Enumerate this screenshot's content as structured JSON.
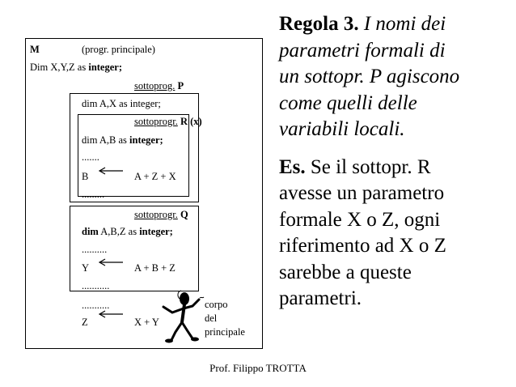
{
  "main_box": {
    "m_label": "M",
    "m_desc": "(progr. principale)",
    "dim_prefix": "Dim X,Y,Z as ",
    "dim_type": "integer;"
  },
  "sub_p": {
    "title_prefix": "sottoprog.",
    "title_name": "P",
    "dim": "dim A,X as integer;"
  },
  "sub_r": {
    "title_prefix": "sottoprogr.",
    "title_name": "R (x)",
    "dim_prefix": "dim A,B as ",
    "dim_type": "integer;",
    "dots1": ".......",
    "assign_target": "B",
    "assign_expr": "A + Z + X",
    "dots2": "........."
  },
  "sub_q": {
    "title_prefix": "sottoprogr.",
    "title_name": "Q",
    "dim_keyword": "dim",
    "dim_vars": " A,B,Z as ",
    "dim_type": "integer;",
    "dots1": "..........",
    "assign_target": "Y",
    "assign_expr": "A + B + Z",
    "dots2": "..........."
  },
  "main_body": {
    "dots": "...........",
    "assign_target": "Z",
    "assign_expr": "X + Y",
    "note_line1": "corpo",
    "note_line2": "del",
    "note_line3": "principale"
  },
  "slide": {
    "rule_label": "Regola 3.",
    "rule_text": "I nomi dei parametri formali di un sottopr. P agiscono come quelli delle variabili locali.",
    "rule_line1": " I nomi dei",
    "rule_line2": "parametri formali di",
    "rule_line3": "un sottopr. P agiscono",
    "rule_line4": "come quelli delle",
    "rule_line5": "variabili locali.",
    "example_label": "Es.",
    "example_line1": " Se il sottopr. R",
    "example_line2": "avesse un parametro",
    "example_line3": "formale X o Z, ogni",
    "example_line4": "riferimento ad X o Z",
    "example_line5": "sarebbe a queste",
    "example_line6": "parametri."
  },
  "footer": "Prof. Filippo TROTTA",
  "icons": [
    "stick-figure-icon",
    "left-arrow-icon"
  ]
}
